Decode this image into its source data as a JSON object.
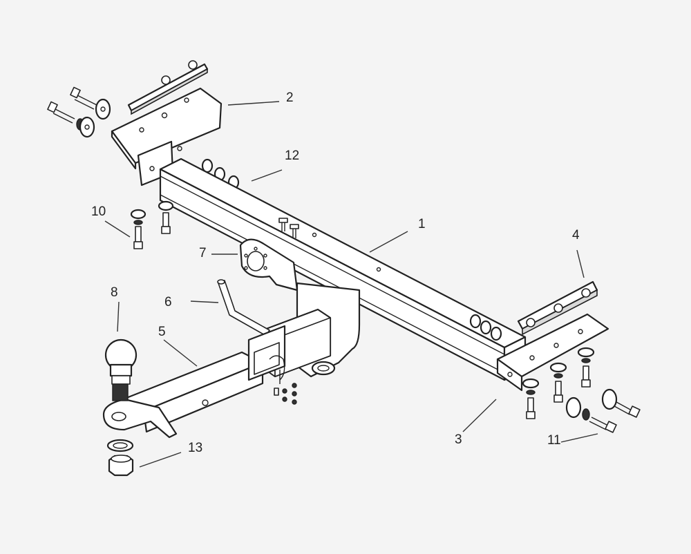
{
  "callouts": [
    {
      "id": "1",
      "label": "1"
    },
    {
      "id": "2",
      "label": "2"
    },
    {
      "id": "3",
      "label": "3"
    },
    {
      "id": "4",
      "label": "4"
    },
    {
      "id": "5",
      "label": "5"
    },
    {
      "id": "6",
      "label": "6"
    },
    {
      "id": "7",
      "label": "7"
    },
    {
      "id": "8",
      "label": "8"
    },
    {
      "id": "10",
      "label": "10"
    },
    {
      "id": "11",
      "label": "11"
    },
    {
      "id": "12",
      "label": "12"
    },
    {
      "id": "13",
      "label": "13"
    }
  ],
  "colors": {
    "background": "#f4f4f4",
    "line": "#222222",
    "fill": "#ffffff"
  }
}
